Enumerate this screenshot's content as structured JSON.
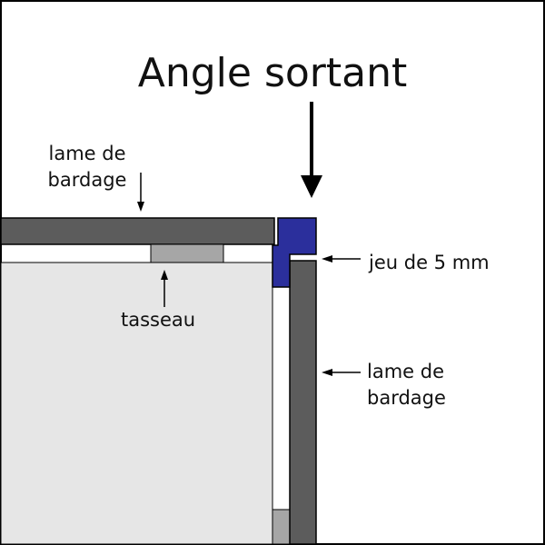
{
  "title": "Angle sortant",
  "labels": {
    "lame_top_line1": "lame de",
    "lame_top_line2": "bardage",
    "tasseau": "tasseau",
    "jeu": "jeu de 5 mm",
    "lame_right_line1": "lame de",
    "lame_right_line2": "bardage"
  },
  "colors": {
    "wall": "#e6e6e6",
    "board": "#5c5c5c",
    "batten": "#a6a6a6",
    "corner_profile": "#2b2f9c",
    "outline": "#000000",
    "background": "#ffffff"
  }
}
